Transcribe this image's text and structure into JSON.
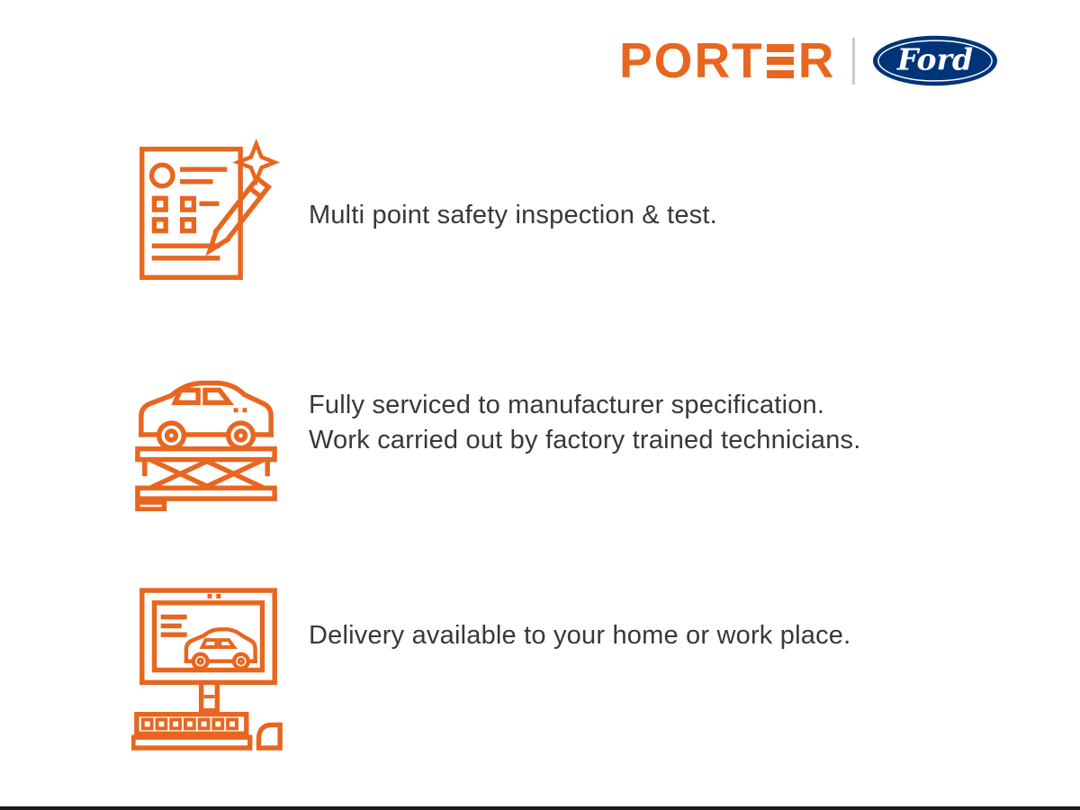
{
  "page": {
    "background_color": "#ffffff",
    "accent_color": "#E8661F",
    "text_color": "#383838",
    "bottom_bar_color": "#1a1a1a"
  },
  "header": {
    "dealer_name": "PORTER",
    "dealer_logo_left": "PORT",
    "dealer_logo_right": "R",
    "manufacturer_name": "Ford",
    "ford_blue": "#003478"
  },
  "features": [
    {
      "icon": "safety-inspection-checklist-icon",
      "lines": [
        "Multi point safety inspection & test."
      ]
    },
    {
      "icon": "car-service-lift-icon",
      "lines": [
        "Fully serviced to manufacturer specification.",
        "Work carried out by factory trained technicians."
      ]
    },
    {
      "icon": "online-delivery-computer-icon",
      "lines": [
        "Delivery available to your home or work place."
      ]
    }
  ]
}
